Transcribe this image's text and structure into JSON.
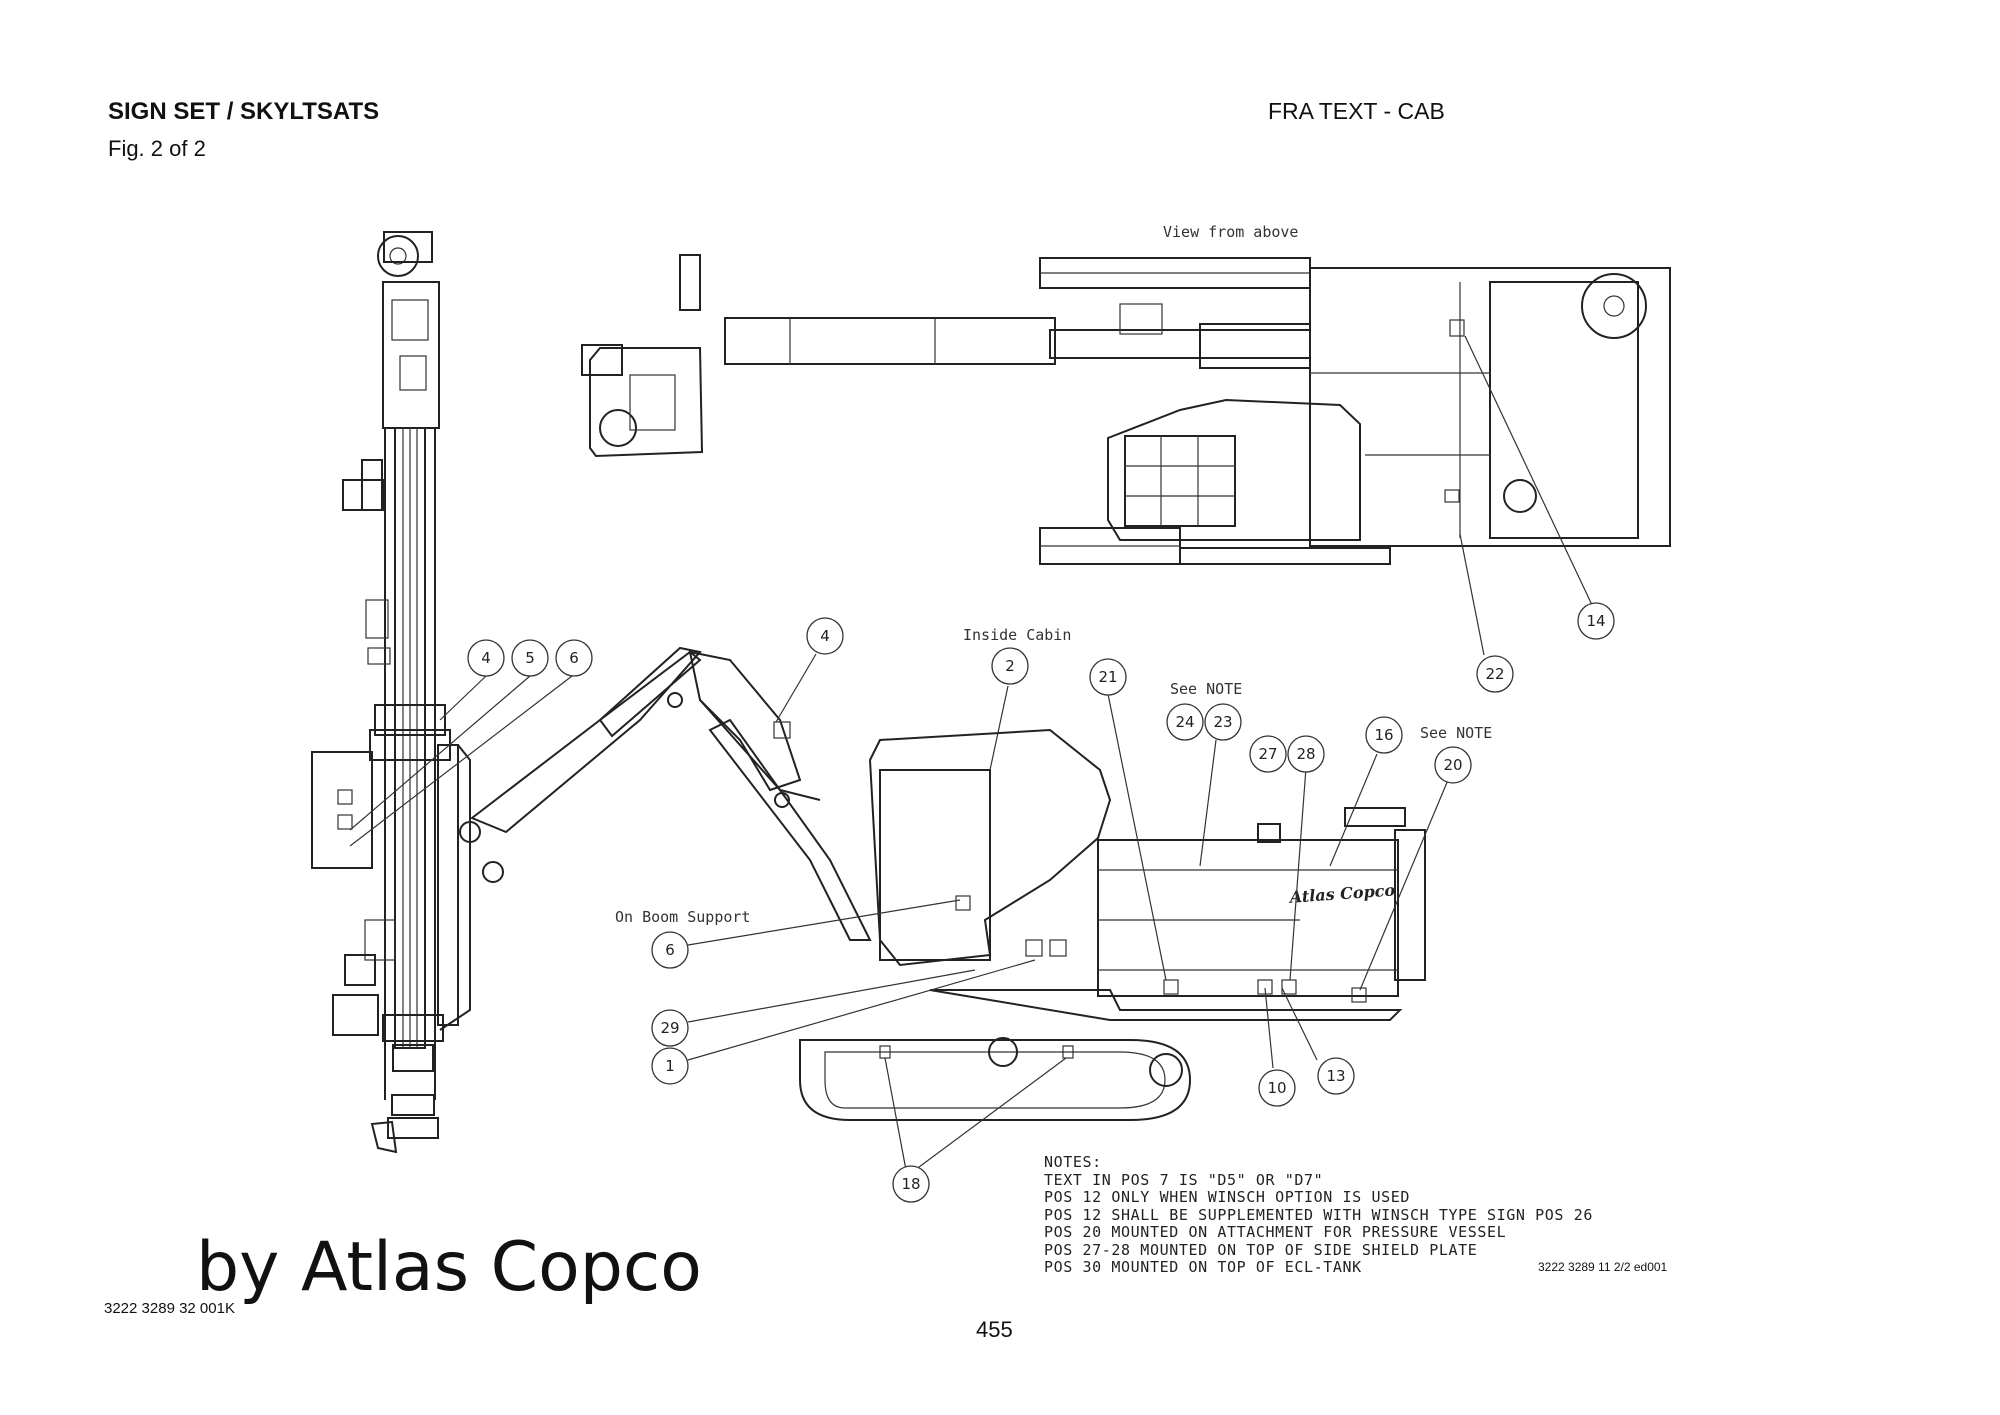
{
  "header": {
    "title": "SIGN SET / SKYLTSATS",
    "figure": "Fig. 2 of 2",
    "right_title": "FRA TEXT - CAB"
  },
  "footer": {
    "part_number": "3222 3289 32  001K",
    "page_number": "455",
    "watermark": "by Atlas Copco",
    "drawing_code": "3222 3289 11 2/2 ed001"
  },
  "drawing": {
    "labels": {
      "view_from_above": "View from above",
      "inside_cabin": "Inside Cabin",
      "see_note_1": "See NOTE",
      "see_note_2": "See NOTE",
      "on_boom_support": "On Boom Support"
    },
    "callouts": [
      "4",
      "5",
      "6",
      "4",
      "2",
      "21",
      "24",
      "23",
      "27",
      "28",
      "16",
      "20",
      "22",
      "14",
      "6",
      "29",
      "1",
      "10",
      "13",
      "18"
    ]
  },
  "notes": {
    "heading": "NOTES:",
    "lines": [
      "TEXT IN POS 7 IS \"D5\" OR \"D7\"",
      "POS 12 ONLY WHEN WINSCH OPTION IS USED",
      "POS 12 SHALL BE SUPPLEMENTED WITH WINSCH TYPE SIGN POS 26",
      "POS 20 MOUNTED ON ATTACHMENT FOR PRESSURE VESSEL",
      "POS 27-28 MOUNTED ON TOP OF SIDE SHIELD PLATE",
      "POS 30 MOUNTED ON TOP OF ECL-TANK"
    ]
  }
}
